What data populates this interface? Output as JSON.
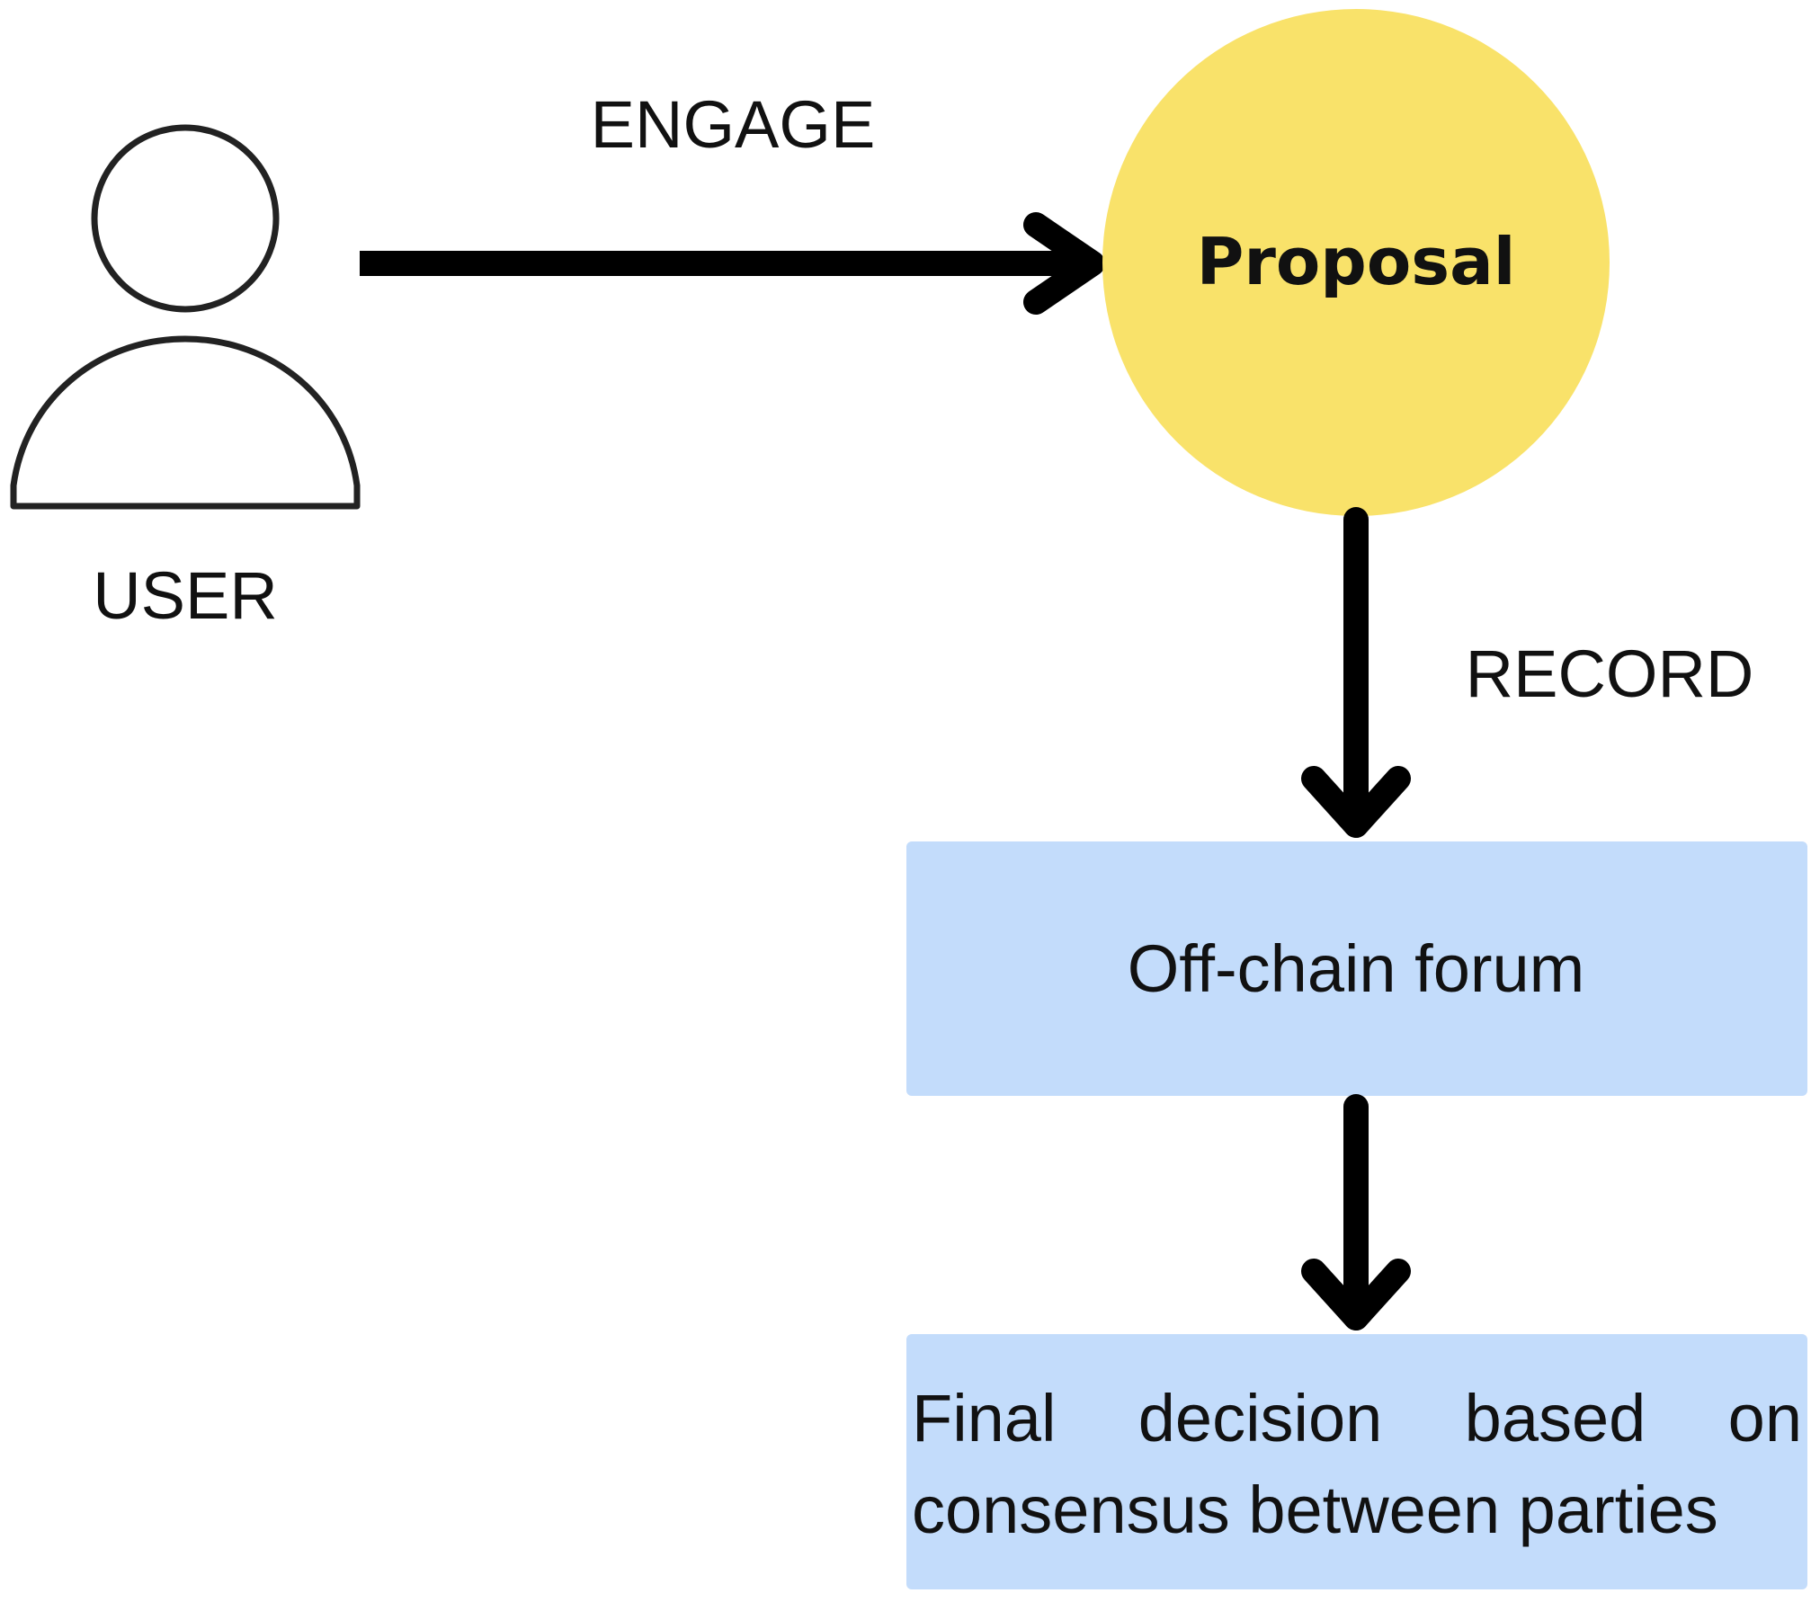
{
  "diagram": {
    "actor": {
      "label": "USER"
    },
    "edges": {
      "engage_label": "ENGAGE",
      "record_label": "RECORD"
    },
    "nodes": {
      "proposal": "Proposal",
      "forum": "Off-chain forum",
      "final": "Final decision based on consensus between parties"
    },
    "colors": {
      "proposal_fill": "#f9e26a",
      "box_fill": "#c3dcfb",
      "stroke": "#000000",
      "actor_stroke": "#222222"
    }
  }
}
